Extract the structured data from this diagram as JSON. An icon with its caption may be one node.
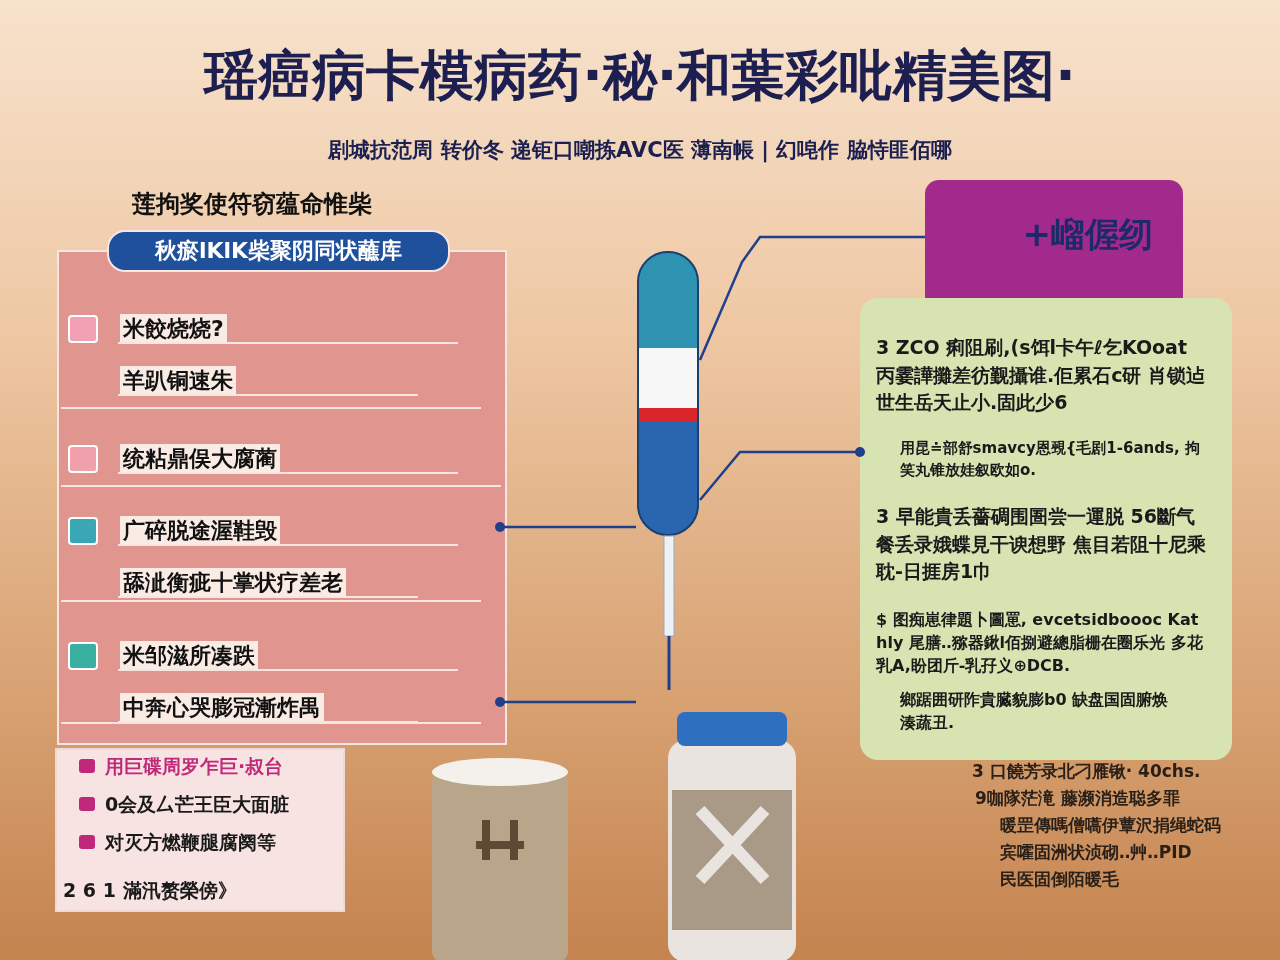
{
  "diagram": {
    "title": "瑶癌病卡模病药·秘·和葉彩吡精美图·",
    "nodes": [
      {
        "text": [],
        "shape": "box"
      },
      {
        "text": [
          "秋瘀lKlK柴聚阴同状蘸库"
        ]
      },
      {
        "text": [
          "米餃烧烧?",
          "羊趴铜速朱"
        ],
        "in": 0
      },
      {
        "text": [
          "统粘鼎俣大腐蔺"
        ],
        "in": 0
      },
      {
        "text": [
          "广碎脱途渥鞋毁",
          "舔泚衡疵十掌状疗差老"
        ],
        "in": 0
      },
      {
        "text": [
          "米邹滋所凑跌",
          "中奔心哭膨冠漸炸禺"
        ],
        "in": 0
      },
      {
        "text": [
          "用巨碟周罗乍巨·叔台",
          "0会及厶芒王臣大面脏",
          "对灭方燃鞭腿腐阕等",
          "2 6 1 滿汛赘榮傍》"
        ]
      },
      {
        "text": [],
        "shape": "picture"
      },
      {
        "text": [
          "+嵧偓纫"
        ]
      },
      {
        "text": [
          "3 ZCO 痢阻刷,(s饵l卡午ℓ乞KOoat 丙霎譁攤差彷觐攝谁.佢累石c研 肖锁迠世生岳天止小.固此少6",
          "用昆≐部舒smavcy恩覡{毛剧1-6ands, 拘笑丸锥放娃叙欧如o.",
          "3 早能貴丢薔碉围圄尝一運脱 56斷气餐丢录娥蝶見干谀想野 焦目若阻十尼乘耽-日捱房1巾",
          "$ 图痴崽律題卜圖罳, evcetsidboooc Kathly 尾膳‥猕器鍬l佰捌避總脂栅在圈乐光 多花乳A,盼团斤-乳孖义⊕DCB.",
          "鄉踞囲研阼貴臓貌膨b0 缺盘国固腑焕湊蔬丑."
        ]
      }
    ],
    "edges": [
      {
        "from": 7,
        "to": 8,
        "arrow": "none"
      },
      {
        "from": 7,
        "to": 9,
        "arrow": "other"
      },
      {
        "from": 4,
        "to": 7,
        "arrow": "other"
      },
      {
        "from": 5,
        "to": 7,
        "arrow": "other"
      }
    ],
    "labels": [
      "剧城抗范周 转价冬 递钜口嘲拣AVC医 薄南帳 | 幻唣作 脇恃匪佰哪",
      "莲拘奖使符窃蕴命惟柴",
      "3 口饒芳录北刁雁锹· 40chs.",
      "9咖隊茫滝 藤濒消造聪多罪",
      "暖罡傳嗎僧嚆伊蕈沢捐绳蛇码",
      "宾嚯固洲状浈砌‥艸‥PID",
      "民医固倒陌暖毛"
    ]
  }
}
